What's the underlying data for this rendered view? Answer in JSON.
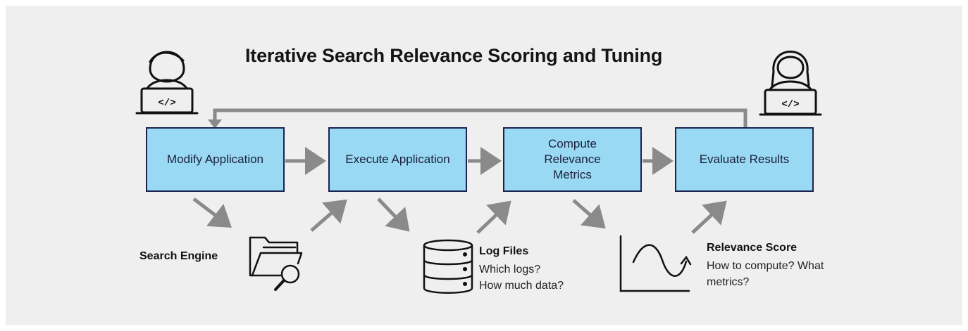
{
  "title": "Iterative Search Relevance Scoring and Tuning",
  "steps": [
    {
      "label": "Modify Application"
    },
    {
      "label": "Execute Application"
    },
    {
      "label": "Compute Relevance Metrics"
    },
    {
      "label": "Evaluate Results"
    }
  ],
  "artifacts": {
    "search_engine": {
      "label": "Search Engine",
      "icon": "folder-search-icon"
    },
    "log_files": {
      "label": "Log Files",
      "line1": "Which logs?",
      "line2": "How much data?",
      "icon": "database-icon"
    },
    "relevance_score": {
      "label": "Relevance Score",
      "line1": "How to compute? What",
      "line2": "metrics?",
      "icon": "curve-chart-icon"
    }
  },
  "people": [
    {
      "icon": "developer-icon"
    },
    {
      "icon": "developer-female-icon"
    }
  ],
  "colors": {
    "box_fill": "#99d9f4",
    "box_border": "#1b2350",
    "arrow": "#8a8a8a",
    "background": "#efefef"
  }
}
